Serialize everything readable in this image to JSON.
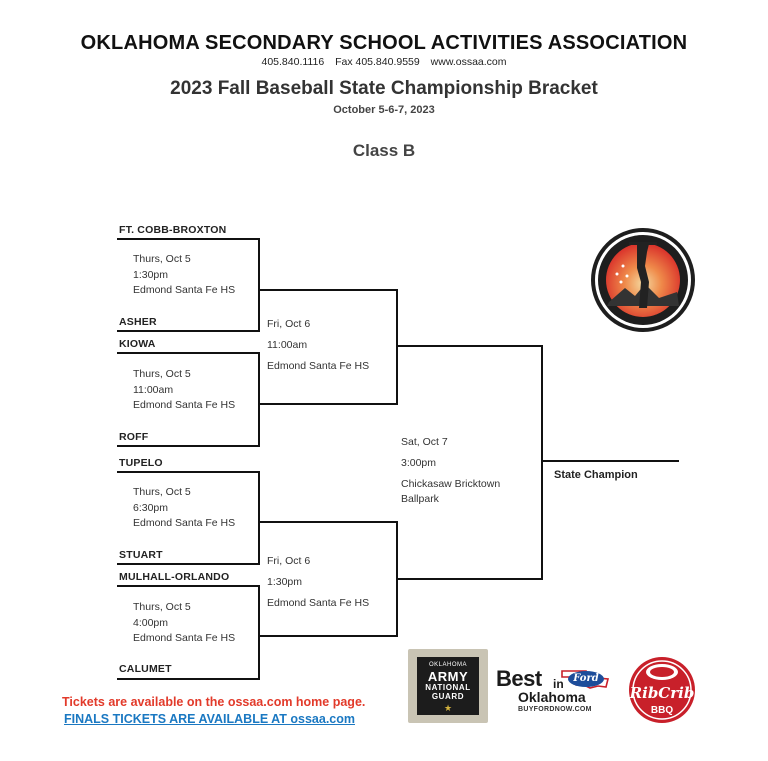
{
  "header": {
    "organization": "OKLAHOMA SECONDARY SCHOOL ACTIVITIES ASSOCIATION",
    "phone": "405.840.1116",
    "fax": "Fax 405.840.9559",
    "website": "www.ossaa.com",
    "title": "2023 Fall Baseball State Championship Bracket",
    "dates": "October 5-6-7, 2023",
    "class_label": "Class B"
  },
  "bracket": {
    "round1": [
      {
        "team_top": "FT. COBB-BROXTON",
        "team_bottom": "ASHER",
        "day": "Thurs, Oct 5",
        "time": "1:30pm",
        "venue": "Edmond Santa Fe HS"
      },
      {
        "team_top": "KIOWA",
        "team_bottom": "ROFF",
        "day": "Thurs, Oct 5",
        "time": "11:00am",
        "venue": "Edmond Santa Fe HS"
      },
      {
        "team_top": "TUPELO",
        "team_bottom": "STUART",
        "day": "Thurs, Oct 5",
        "time": "6:30pm",
        "venue": "Edmond Santa Fe HS"
      },
      {
        "team_top": "MULHALL-ORLANDO",
        "team_bottom": "CALUMET",
        "day": "Thurs, Oct 5",
        "time": "4:00pm",
        "venue": "Edmond Santa Fe HS"
      }
    ],
    "semifinals": [
      {
        "day": "Fri, Oct 6",
        "time": "11:00am",
        "venue": "Edmond Santa Fe HS"
      },
      {
        "day": "Fri, Oct 6",
        "time": "1:30pm",
        "venue": "Edmond Santa Fe HS"
      }
    ],
    "final": {
      "day": "Sat, Oct 7",
      "time": "3:00pm",
      "venue_line1": "Chickasaw Bricktown",
      "venue_line2": "Ballpark"
    },
    "champion_label": "State Champion"
  },
  "footer": {
    "tickets_line": "Tickets are available on the ossaa.com home page.",
    "finals_link": "FINALS TICKETS ARE AVAILABLE AT ossaa.com"
  },
  "sponsors": {
    "guard": {
      "small": "OKLAHOMA",
      "army": "ARMY",
      "line1": "NATIONAL",
      "line2": "GUARD"
    },
    "ford": {
      "best": "Best",
      "in": "in",
      "oklahoma": "Oklahoma",
      "brand": "Ford",
      "url": "BUYFORDNOW.COM"
    },
    "ribcrib": {
      "name": "RibCrib",
      "bbq": "BBQ"
    }
  },
  "colors": {
    "tickets_red": "#e23a2a",
    "link_blue": "#1a78c2",
    "ossaa_red": "#d9302a",
    "ribcrib_red": "#c8202a"
  }
}
